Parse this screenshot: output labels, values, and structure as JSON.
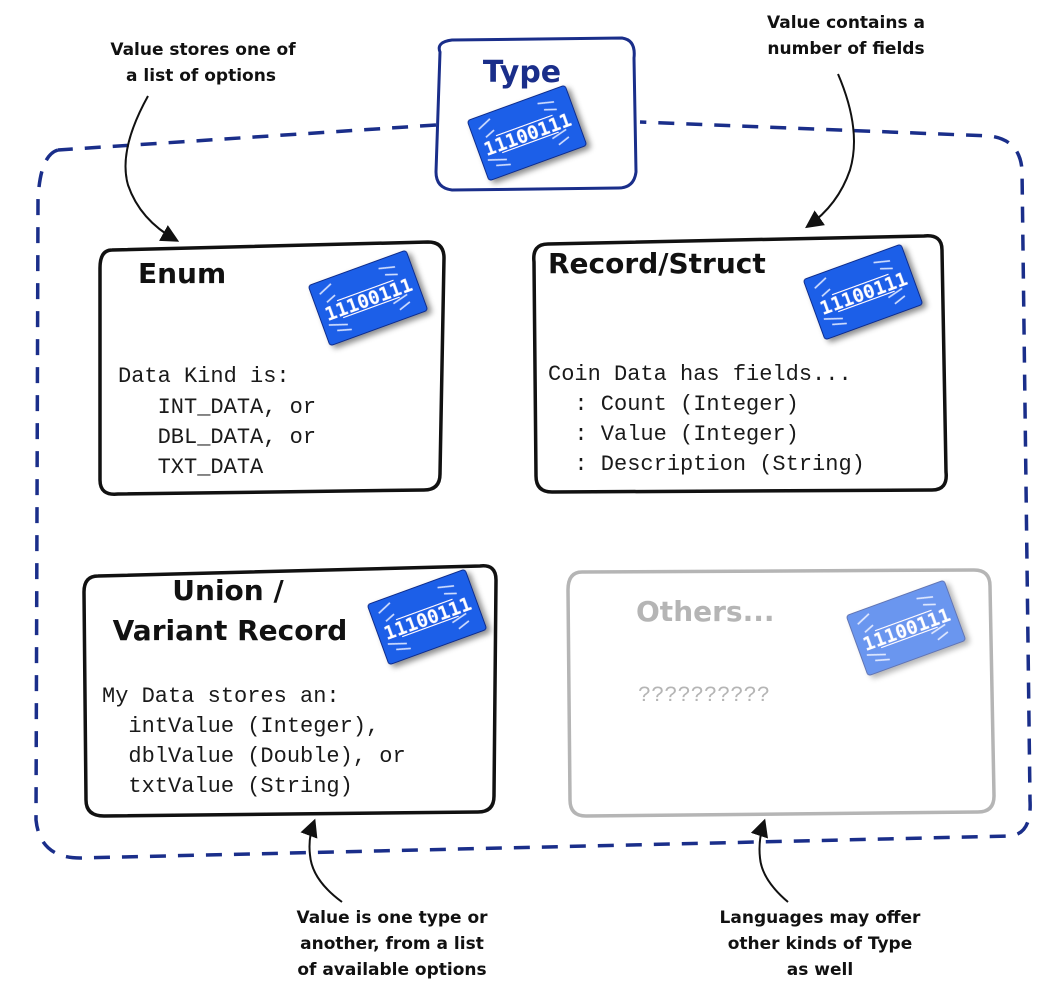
{
  "type_box": {
    "title": "Type"
  },
  "card_icon": {
    "binary": "11100111",
    "color": "#1f5ee8"
  },
  "boxes": {
    "enum": {
      "title": "Enum",
      "lines": [
        "Data Kind is:",
        "   INT_DATA, or",
        "   DBL_DATA, or",
        "   TXT_DATA"
      ]
    },
    "record": {
      "title": "Record/Struct",
      "lines": [
        "Coin Data has fields...",
        "  : Count (Integer)",
        "  : Value (Integer)",
        "  : Description (String)"
      ]
    },
    "union": {
      "title_line1": "Union /",
      "title_line2": "Variant Record",
      "lines": [
        "My Data stores an:",
        "  intValue (Integer),",
        "  dblValue (Double), or",
        "  txtValue (String)"
      ]
    },
    "others": {
      "title": "Others...",
      "lines": [
        "??????????"
      ]
    }
  },
  "notes": {
    "enum_note": [
      "Value stores one of",
      "a list of options"
    ],
    "record_note": [
      "Value contains a",
      "number of fields"
    ],
    "union_note": [
      "Value is one type or",
      "another, from a list",
      "of available options"
    ],
    "others_note": [
      "Languages may offer",
      "other kinds of Type",
      "as well"
    ]
  },
  "colors": {
    "type_blue": "#1a2e8a",
    "box_black": "#111111",
    "box_grey": "#b5b5b5",
    "card_blue": "#1f5ee8"
  }
}
